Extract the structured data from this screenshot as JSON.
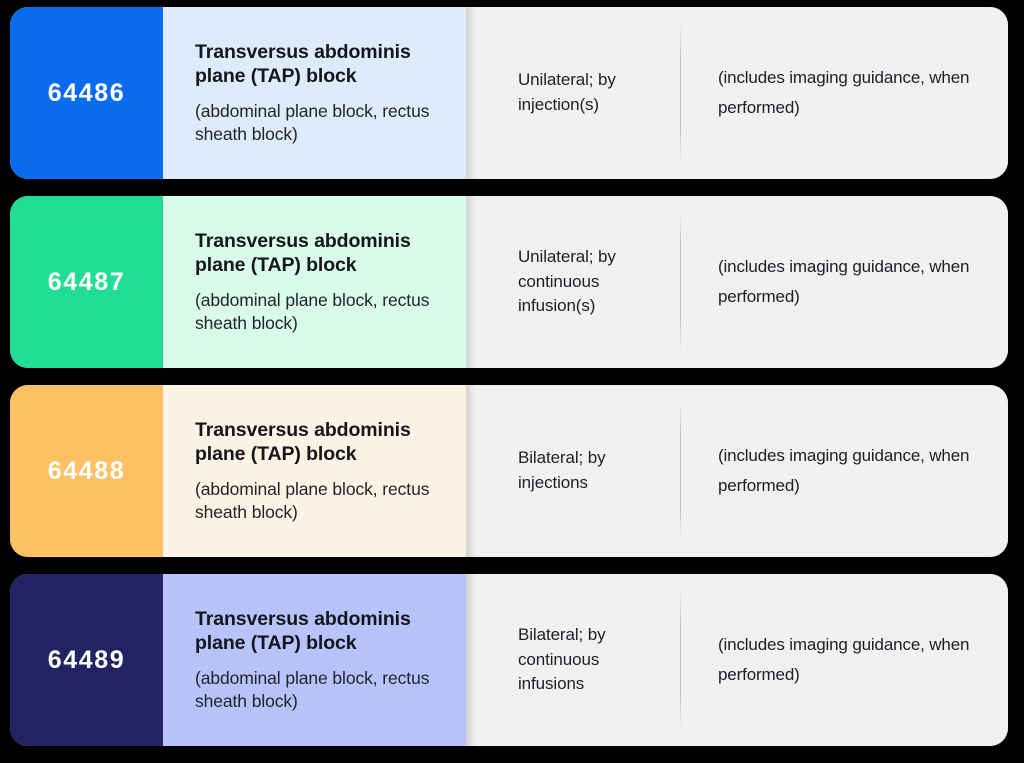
{
  "page": {
    "background": "#000000",
    "card_background": "#F1F1F1",
    "divider_color": "#C9C9C9"
  },
  "rows": [
    {
      "code": "64486",
      "accent_color": "#0B6BEE",
      "panel_color": "#DEEBFA",
      "title": "Transversus abdominis plane (TAP) block",
      "subtitle": "(abdominal plane block, rectus sheath block)",
      "laterality": "Unilateral; by injection(s)",
      "note": "(includes imaging guidance, when performed)"
    },
    {
      "code": "64487",
      "accent_color": "#22DD96",
      "panel_color": "#D9FBEA",
      "title": "Transversus abdominis plane (TAP) block",
      "subtitle": "(abdominal plane block, rectus sheath block)",
      "laterality": "Unilateral; by continuous infusion(s)",
      "note": "(includes imaging guidance, when performed)"
    },
    {
      "code": "64488",
      "accent_color": "#FBC163",
      "panel_color": "#FDF3E4",
      "title": "Transversus abdominis plane (TAP) block",
      "subtitle": "(abdominal plane block, rectus sheath block)",
      "laterality": "Bilateral; by injections",
      "note": "(includes imaging guidance, when performed)"
    },
    {
      "code": "64489",
      "accent_color": "#222362",
      "panel_color": "#B6C4FB",
      "title": "Transversus abdominis plane (TAP) block",
      "subtitle": "(abdominal plane block, rectus sheath block)",
      "laterality": "Bilateral; by continuous infusions",
      "note": "(includes imaging guidance, when performed)"
    }
  ]
}
